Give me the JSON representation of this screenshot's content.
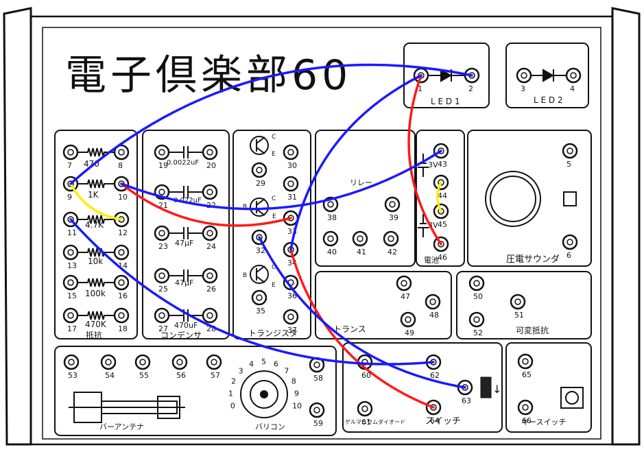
{
  "title": "電子倶楽部60",
  "sections": {
    "led1": "L E D 1",
    "led2": "L E D 2",
    "resistor": "抵抗",
    "capacitor": "コンデンサ",
    "transistor": "トランジスタ",
    "relay": "リレー",
    "battery": "電池",
    "piezo": "圧電サウンダ",
    "transformer": "トランス",
    "variable_resistor": "可変抵抗",
    "bar_antenna": "バーアンテナ",
    "varicon": "バリコン",
    "germanium_diode": "ゲルマニウムダイオード",
    "switch": "スイッチ",
    "key_switch": "キースイッチ"
  },
  "component_values": {
    "r1": "470",
    "r2": "1K",
    "r3": "4.7K",
    "r4": "10k",
    "r5": "100k",
    "r6": "470K",
    "c1": "0.0022uF",
    "c2": "0.022uF",
    "c3": "47μF",
    "c4": "47μF",
    "c5": "470uF",
    "bat1": "3V",
    "bat2": "3V"
  },
  "terminals": [
    "1",
    "2",
    "3",
    "4",
    "5",
    "6",
    "7",
    "8",
    "9",
    "10",
    "11",
    "12",
    "13",
    "14",
    "15",
    "16",
    "17",
    "18",
    "19",
    "20",
    "21",
    "22",
    "23",
    "24",
    "25",
    "26",
    "27",
    "28",
    "29",
    "30",
    "31",
    "32",
    "33",
    "34",
    "35",
    "36",
    "37",
    "38",
    "39",
    "40",
    "41",
    "42",
    "43",
    "44",
    "45",
    "46",
    "47",
    "48",
    "49",
    "50",
    "51",
    "52",
    "53",
    "54",
    "55",
    "56",
    "57",
    "58",
    "59",
    "60",
    "61",
    "62",
    "63",
    "64",
    "65",
    "66"
  ],
  "transistor_pins": {
    "b": "B",
    "c": "C",
    "e": "E"
  },
  "dial_labels": [
    "0",
    "1",
    "2",
    "3",
    "4",
    "5",
    "6",
    "7",
    "8",
    "9",
    "10"
  ],
  "wires": [
    {
      "from": "1",
      "to": "46",
      "color": "#ff1a1a"
    },
    {
      "from": "10",
      "to": "33",
      "color": "#ff1a1a"
    },
    {
      "from": "34",
      "to": "64",
      "color": "#ff1a1a"
    },
    {
      "from": "9",
      "to": "12",
      "color": "#ffee00"
    },
    {
      "from": "44",
      "to": "45",
      "color": "#ffee00"
    },
    {
      "from": "2",
      "to": "9",
      "color": "#1a1aff"
    },
    {
      "from": "10",
      "to": "43",
      "color": "#1a1aff"
    },
    {
      "from": "1",
      "to": "34",
      "color": "#1a1aff"
    },
    {
      "from": "11",
      "to": "62",
      "color": "#1a1aff"
    },
    {
      "from": "32",
      "to": "63",
      "color": "#1a1aff"
    }
  ]
}
